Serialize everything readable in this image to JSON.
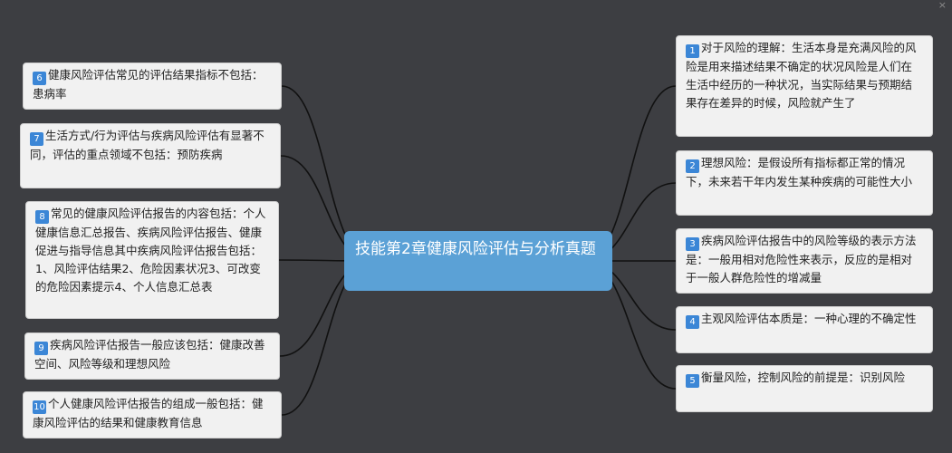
{
  "title": "技能第2章健康风险评估与分析真题",
  "colors": {
    "background": "#3d3e42",
    "center": "#5ba1d6",
    "node": "#f1f1f1",
    "badge": "#3b86d6",
    "link": "#111111"
  },
  "close_glyph": "×",
  "left_nodes": [
    {
      "num": "6",
      "text": "健康风险评估常见的评估结果指标不包括：患病率"
    },
    {
      "num": "7",
      "text": "生活方式/行为评估与疾病风险评估有显著不同，评估的重点领域不包括：预防疾病"
    },
    {
      "num": "8",
      "text": "常见的健康风险评估报告的内容包括：个人健康信息汇总报告、疾病风险评估报告、健康促进与指导信息其中疾病风险评估报告包括：1、风险评估结果2、危险因素状况3、可改变的危险因素提示4、个人信息汇总表"
    },
    {
      "num": "9",
      "text": "疾病风险评估报告一般应该包括：健康改善空间、风险等级和理想风险"
    },
    {
      "num": "10",
      "text": "个人健康风险评估报告的组成一般包括：健康风险评估的结果和健康教育信息"
    }
  ],
  "right_nodes": [
    {
      "num": "1",
      "text": "对于风险的理解：生活本身是充满风险的风险是用来描述结果不确定的状况风险是人们在生活中经历的一种状况，当实际结果与预期结果存在差异的时候，风险就产生了"
    },
    {
      "num": "2",
      "text": "理想风险：是假设所有指标都正常的情况下，未来若干年内发生某种疾病的可能性大小"
    },
    {
      "num": "3",
      "text": "疾病风险评估报告中的风险等级的表示方法是：一般用相对危险性来表示，反应的是相对于一般人群危险性的增减量"
    },
    {
      "num": "4",
      "text": "主观风险评估本质是：一种心理的不确定性"
    },
    {
      "num": "5",
      "text": "衡量风险，控制风险的前提是：识别风险"
    }
  ]
}
